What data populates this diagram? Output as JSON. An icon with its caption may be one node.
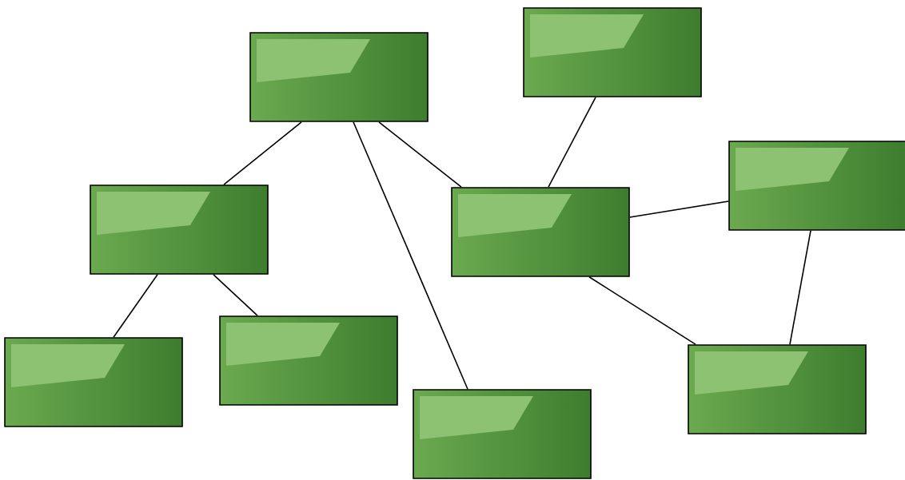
{
  "diagram": {
    "nodes": [
      {
        "text": [],
        "shape": "box"
      },
      {
        "text": [],
        "shape": "box"
      },
      {
        "text": [],
        "shape": "box"
      },
      {
        "text": [],
        "shape": "box"
      },
      {
        "text": [],
        "shape": "box"
      },
      {
        "text": [],
        "shape": "box"
      },
      {
        "text": [],
        "shape": "box"
      },
      {
        "text": [],
        "shape": "box"
      },
      {
        "text": [],
        "shape": "box"
      }
    ],
    "edges": [
      {
        "from": 1,
        "to": 3,
        "arrow": "none"
      },
      {
        "from": 1,
        "to": 8,
        "arrow": "none"
      },
      {
        "from": 1,
        "to": 4,
        "arrow": "none"
      },
      {
        "from": 0,
        "to": 4,
        "arrow": "none"
      },
      {
        "from": 4,
        "to": 2,
        "arrow": "none"
      },
      {
        "from": 4,
        "to": 7,
        "arrow": "none"
      },
      {
        "from": 2,
        "to": 7,
        "arrow": "none"
      },
      {
        "from": 3,
        "to": 6,
        "arrow": "none"
      },
      {
        "from": 3,
        "to": 5,
        "arrow": "none"
      }
    ]
  }
}
